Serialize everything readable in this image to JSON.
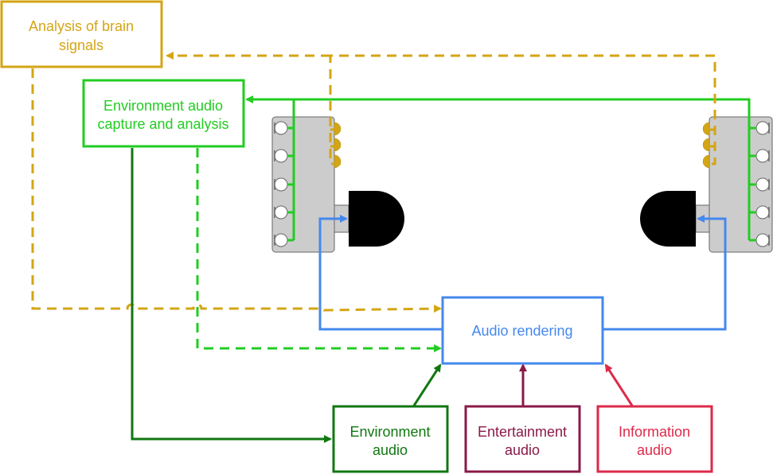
{
  "colors": {
    "brain": "#d4a514",
    "env_capture": "#22cc22",
    "env_audio": "#117711",
    "rendering": "#4488ee",
    "entertainment": "#8a1a48",
    "information": "#dd2a4a",
    "device_body": "#cccccc",
    "device_outline": "#666666",
    "speaker": "#000000"
  },
  "boxes": {
    "brain": {
      "line1": "Analysis of brain",
      "line2": "signals"
    },
    "env_capture": {
      "line1": "Environment audio",
      "line2": "capture and analysis"
    },
    "rendering": {
      "line1": "Audio rendering"
    },
    "env_audio": {
      "line1": "Environment",
      "line2": "audio"
    },
    "entertainment": {
      "line1": "Entertainment",
      "line2": "audio"
    },
    "information": {
      "line1": "Information",
      "line2": "audio"
    }
  },
  "devices": [
    {
      "name": "left-earpiece",
      "microphones": 5,
      "eeg_electrodes": 3
    },
    {
      "name": "right-earpiece",
      "microphones": 5,
      "eeg_electrodes": 3
    }
  ],
  "connections": [
    {
      "from": "devices.eeg_electrodes",
      "to": "brain",
      "style": "dashed"
    },
    {
      "from": "devices.microphones",
      "to": "env_capture",
      "style": "solid"
    },
    {
      "from": "brain",
      "to": "rendering",
      "style": "dashed"
    },
    {
      "from": "env_capture",
      "to": "rendering",
      "style": "dashed"
    },
    {
      "from": "env_capture",
      "to": "env_audio",
      "style": "solid"
    },
    {
      "from": "env_audio",
      "to": "rendering",
      "style": "solid"
    },
    {
      "from": "entertainment",
      "to": "rendering",
      "style": "solid"
    },
    {
      "from": "information",
      "to": "rendering",
      "style": "solid"
    },
    {
      "from": "rendering",
      "to": "devices.speakers",
      "style": "solid"
    }
  ]
}
